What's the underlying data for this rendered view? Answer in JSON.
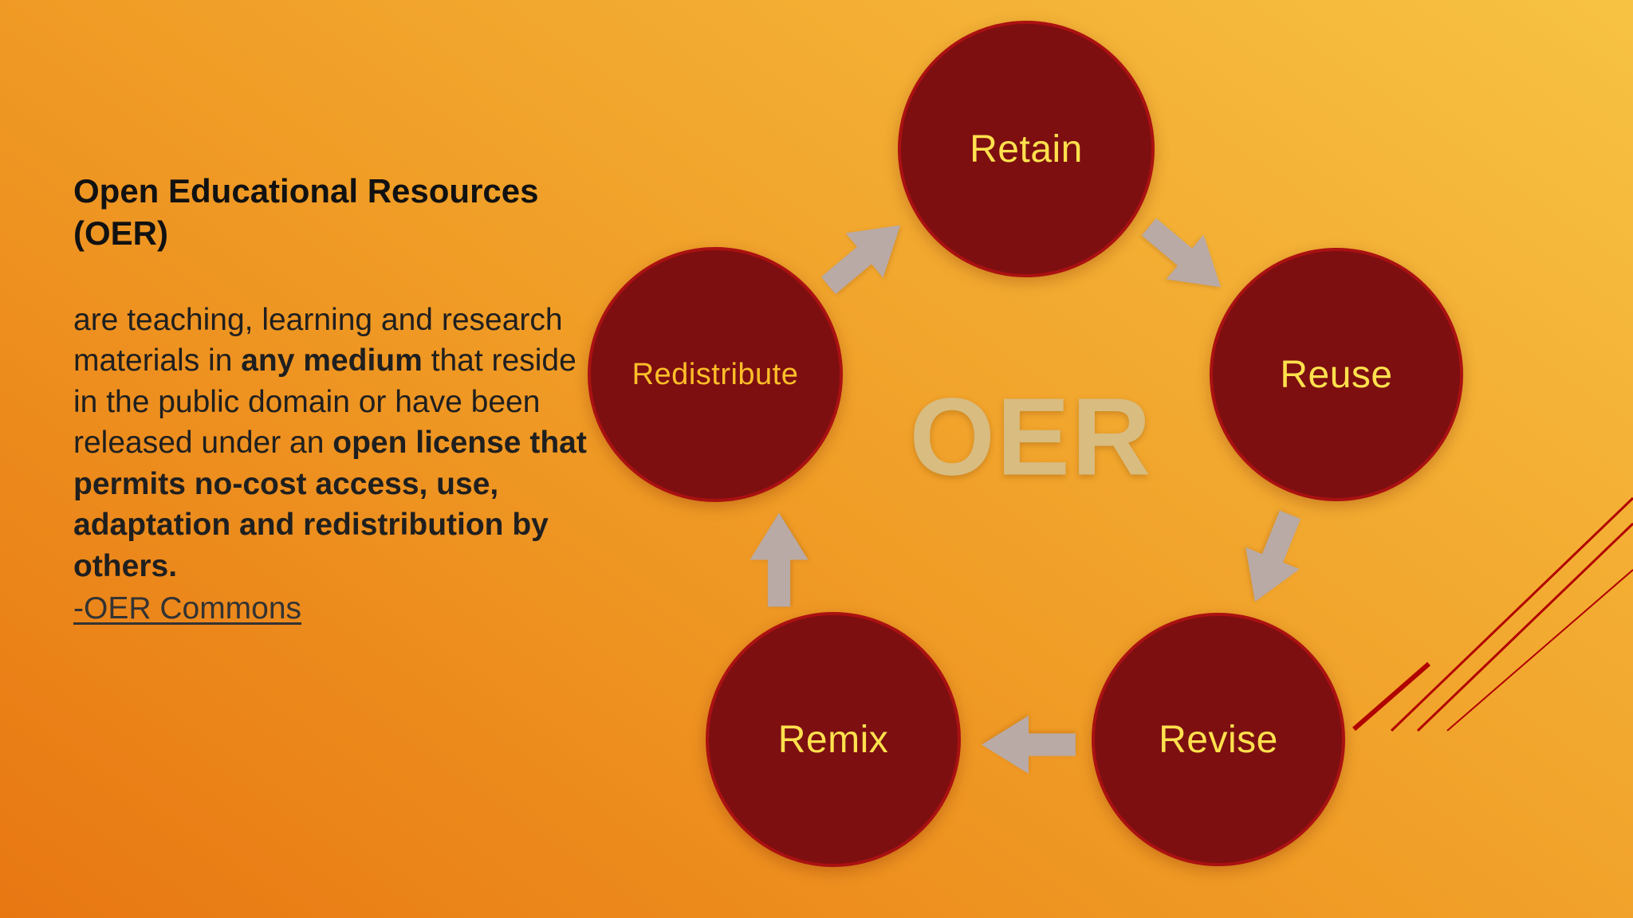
{
  "colors": {
    "bg_top": "#f7c242",
    "bg_mid": "#f09d26",
    "bg_bottom": "#e87712",
    "circle_fill": "#7d0f11",
    "circle_rim": "#aa1111",
    "label_yellow": "#ffe14d",
    "label_gold": "#ffbf29",
    "center_text": "#d8bc80",
    "arrow": "#b9aaa6",
    "accent_line": "#b00000",
    "text_dark": "#1b1b1b"
  },
  "text_block": {
    "title": "Open Educational Resources (OER)",
    "paragraph_segments": [
      {
        "text": "are teaching, learning and research materials in ",
        "bold": false
      },
      {
        "text": "any medium",
        "bold": true
      },
      {
        "text": " that reside in the public domain or have been released under an ",
        "bold": false
      },
      {
        "text": "open license that permits no-cost access, use, adaptation and redistribution by others.",
        "bold": true
      }
    ],
    "link_label": "-OER Commons"
  },
  "diagram": {
    "center_label": "OER",
    "nodes": [
      {
        "id": "retain",
        "label": "Retain"
      },
      {
        "id": "reuse",
        "label": "Reuse"
      },
      {
        "id": "revise",
        "label": "Revise"
      },
      {
        "id": "remix",
        "label": "Remix"
      },
      {
        "id": "redistribute",
        "label": "Redistribute"
      }
    ]
  }
}
